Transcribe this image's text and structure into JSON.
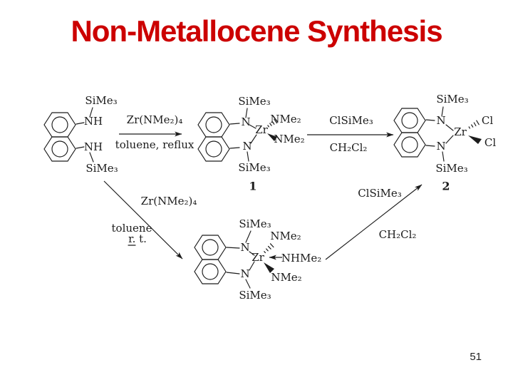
{
  "slide": {
    "title": "Non-Metallocene Synthesis",
    "page_number": "51"
  },
  "colors": {
    "title": "#CC0000",
    "ink": "#1c1c1c",
    "background": "#ffffff"
  },
  "scheme": {
    "start_material": {
      "si_top": "SiMe₃",
      "nh_top": "NH",
      "nh_bottom": "NH",
      "si_bottom": "SiMe₃"
    },
    "arrow_top_left": {
      "reagent": "Zr(NMe₂)₄",
      "conditions": "toluene, reflux"
    },
    "compound_1": {
      "si_top": "SiMe₃",
      "n_top": "N",
      "metal": "Zr",
      "ligand_upper": "NMe₂",
      "ligand_lower": "NMe₂",
      "n_bottom": "N",
      "si_bottom": "SiMe₃",
      "number": "1"
    },
    "arrow_top_right": {
      "reagent": "ClSiMe₃",
      "solvent": "CH₂Cl₂"
    },
    "compound_2": {
      "si_top": "SiMe₃",
      "n_top": "N",
      "metal": "Zr",
      "ligand_upper": "Cl",
      "ligand_lower": "Cl",
      "n_bottom": "N",
      "si_bottom": "SiMe₃",
      "number": "2"
    },
    "arrow_diag_left": {
      "reagent": "Zr(NMe₂)₄",
      "solvent": "toluene",
      "temperature": "r. t."
    },
    "compound_3": {
      "si_top": "SiMe₃",
      "n_top": "N",
      "metal": "Zr",
      "ligand_upper": "NMe₂",
      "ligand_dative": "NHMe₂",
      "ligand_lower": "NMe₂",
      "n_bottom": "N",
      "si_bottom": "SiMe₃"
    },
    "arrow_diag_right": {
      "reagent": "ClSiMe₃",
      "solvent": "CH₂Cl₂"
    }
  }
}
